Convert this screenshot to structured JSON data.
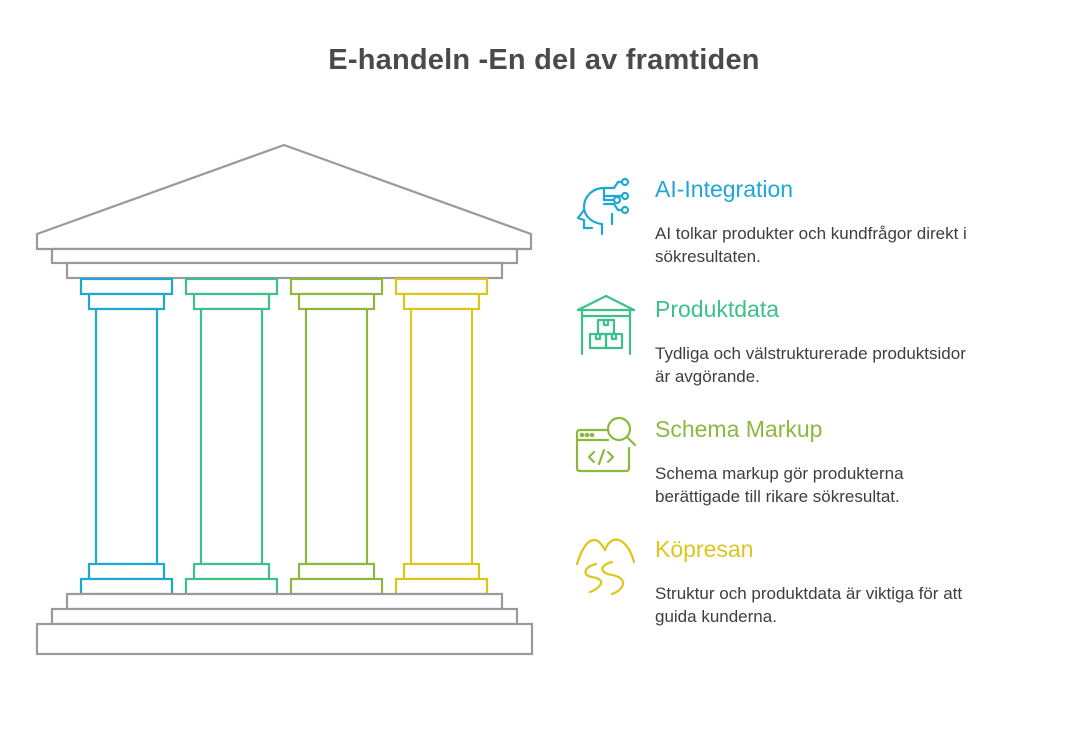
{
  "title": "E-handeln -En del av framtiden",
  "colors": {
    "roof": "#9a9a9a",
    "blue": "#1fa7d4",
    "green": "#3dc08a",
    "olive": "#8db83d",
    "yellow": "#dcc61e"
  },
  "pillars": [
    {
      "title": "AI-Integration",
      "description": "AI tolkar produkter och kundfrågor direkt i sökresultaten.",
      "color": "#1fa7d4",
      "icon": "ai-head-circuit-icon"
    },
    {
      "title": "Produktdata",
      "description": "Tydliga och välstrukturerade produktsidor är avgörande.",
      "color": "#3dc08a",
      "icon": "warehouse-boxes-icon"
    },
    {
      "title": "Schema Markup",
      "description": "Schema markup gör produkterna berättigade till rikare sökresultat.",
      "color": "#8db83d",
      "icon": "code-search-icon"
    },
    {
      "title": "Köpresan",
      "description": "Struktur och produktdata är viktiga för att guida kunderna.",
      "color": "#dcc61e",
      "icon": "mountain-path-icon"
    }
  ]
}
